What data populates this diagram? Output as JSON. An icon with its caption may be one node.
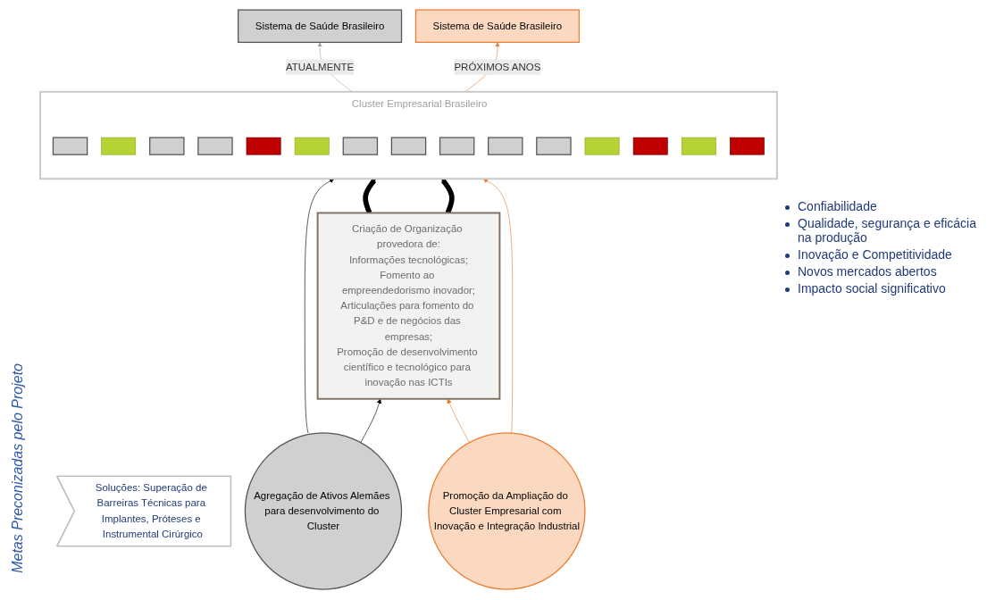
{
  "diagram": {
    "nodes": [
      {
        "text": [
          "Sistema de Saúde Brasileiro"
        ]
      },
      {
        "text": [
          "Soluções: Superação de Barreiras Técnicas para Implantes, Próteses e Instrumental Cirúrgico"
        ]
      },
      {
        "text": [
          "Sistema de Saúde Brasileiro"
        ]
      },
      {
        "text": [
          "Cluster Empresarial Brasileiro"
        ]
      },
      {
        "text": [],
        "shape": "box",
        "in": 3
      },
      {
        "text": [],
        "shape": "box",
        "in": 3
      },
      {
        "text": [],
        "shape": "box",
        "in": 3
      },
      {
        "text": [],
        "shape": "box",
        "in": 3
      },
      {
        "text": [],
        "shape": "box",
        "in": 3
      },
      {
        "text": [],
        "shape": "box",
        "in": 3
      },
      {
        "text": [],
        "shape": "box",
        "in": 3
      },
      {
        "text": [],
        "shape": "box",
        "in": 3
      },
      {
        "text": [],
        "shape": "box",
        "in": 3
      },
      {
        "text": [],
        "shape": "box",
        "in": 3
      },
      {
        "text": [],
        "shape": "box",
        "in": 3
      },
      {
        "text": [],
        "shape": "box",
        "in": 3
      },
      {
        "text": [],
        "shape": "box",
        "in": 3
      },
      {
        "text": [],
        "shape": "box",
        "in": 3
      },
      {
        "text": [],
        "shape": "box",
        "in": 3
      },
      {
        "text": [
          "Agregação de Ativos Alemães para desenvolvimento do Cluster"
        ]
      },
      {
        "text": [
          "Criação de Organização provedora de:",
          "Informações tecnológicas;",
          "Fomento ao empreendedorismo inovador;",
          "Articulações para fomento do P&D e de negócios das empresas;",
          "Promoção de desenvolvimento científico e tecnológico para inovação nas ICTIs"
        ]
      },
      {
        "text": [
          "Promoção da Ampliação do Cluster Empresarial com Inovação e Integração Industrial"
        ]
      }
    ],
    "edges": [
      {
        "from": 3,
        "to": 0,
        "arrow": "to",
        "label": "ATUALMENTE",
        "color": "#a6a6a6"
      },
      {
        "from": 3,
        "to": 2,
        "arrow": "to",
        "label": "PRÓXIMOS ANOS",
        "color": "#ed7d31"
      },
      {
        "from": 19,
        "to": 3,
        "arrow": "to",
        "color": "#000000"
      },
      {
        "from": 19,
        "to": 20,
        "arrow": "to",
        "color": "#000000"
      },
      {
        "from": 20,
        "to": 3,
        "arrow": "to",
        "style": "thick",
        "color": "#000000"
      },
      {
        "from": 20,
        "to": 3,
        "arrow": "to",
        "style": "thick",
        "color": "#000000"
      },
      {
        "from": 21,
        "to": 3,
        "arrow": "to",
        "color": "#ed7d31"
      },
      {
        "from": 21,
        "to": 20,
        "arrow": "to",
        "color": "#ed7d31"
      }
    ],
    "labels": [
      "Confiabilidade",
      "Qualidade, segurança e eficácia na produção",
      "Inovação e Competitividade",
      "Novos mercados abertos",
      "Impacto social significativo",
      "Metas Preconizadas pelo Projeto"
    ]
  }
}
